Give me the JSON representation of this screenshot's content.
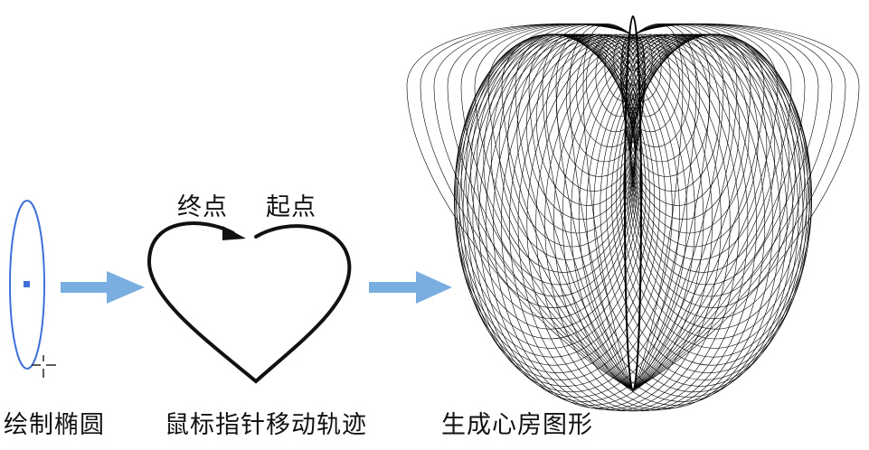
{
  "steps": {
    "draw_ellipse": "绘制椭圆",
    "mouse_trajectory": "鼠标指针移动轨迹",
    "generate_heart": "生成心房图形"
  },
  "trajectory_labels": {
    "end_point": "终点",
    "start_point": "起点"
  },
  "icons": {
    "arrow": "flow-arrow-icon",
    "cursor": "crosshair-cursor-icon"
  },
  "colors": {
    "ellipse_stroke": "#3f6fd8",
    "ellipse_center": "#3f6fd8",
    "flow_arrow": "#7aaee0",
    "trajectory": "#111111",
    "mesh": "#000000"
  }
}
